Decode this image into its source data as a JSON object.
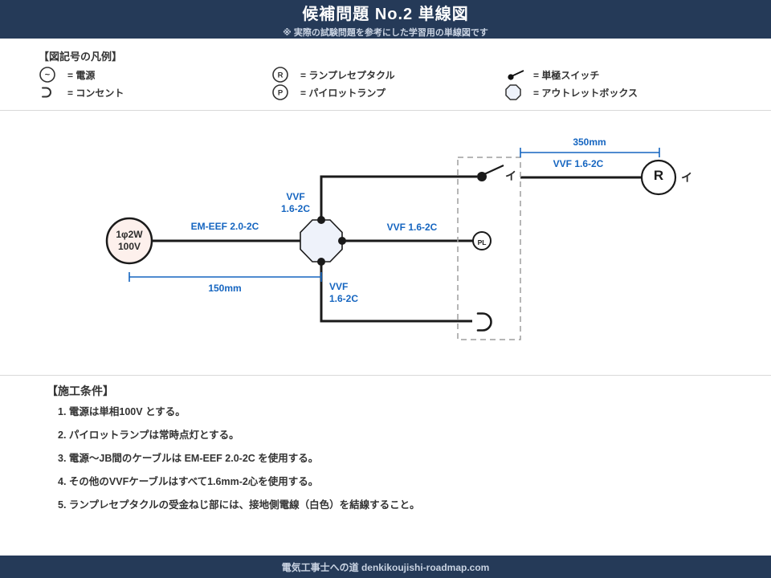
{
  "header": {
    "title": "候補問題 No.2 単線図",
    "subtitle": "※ 実際の試験問題を参考にした学習用の単線図です"
  },
  "legend": {
    "title": "【図記号の凡例】",
    "items": [
      {
        "icon": "power-source-icon",
        "symbol": "~",
        "label": "= 電源"
      },
      {
        "icon": "outlet-icon",
        "label": "= コンセント"
      },
      {
        "icon": "lamp-receptacle-icon",
        "symbol": "R",
        "label": "= ランプレセプタクル"
      },
      {
        "icon": "pilot-lamp-icon",
        "symbol": "P",
        "label": "= パイロットランプ"
      },
      {
        "icon": "single-pole-switch-icon",
        "label": "= 単極スイッチ"
      },
      {
        "icon": "outlet-box-icon",
        "label": "= アウトレットボックス"
      }
    ]
  },
  "diagram": {
    "source": {
      "line1": "1φ2W",
      "line2": "100V"
    },
    "labels": {
      "em_eef": "EM-EEF 2.0-2C",
      "vvf_top_1": "VVF",
      "vvf_top_2": "1.6-2C",
      "vvf_right": "VVF 1.6-2C",
      "vvf_bottom_1": "VVF",
      "vvf_bottom_2": "1.6-2C",
      "vvf_switch": "VVF 1.6-2C",
      "dim_150": "150mm",
      "dim_350": "350mm",
      "switch_circuit": "イ",
      "receptacle_letter": "R",
      "receptacle_circuit": "イ",
      "pilot_lamp_letter": "PL"
    },
    "colors": {
      "cable": "#1a1a1a",
      "label_blue": "#1565c0",
      "outlet_box_fill": "#eef2fa",
      "source_fill": "#fdf0ec",
      "dashed_box": "#9e9e9e",
      "header_navy": "#253a58"
    }
  },
  "conditions": {
    "title": "【施工条件】",
    "items": [
      "1. 電源は単相100V とする。",
      "2. パイロットランプは常時点灯とする。",
      "3. 電源～JB間のケーブルは EM-EEF 2.0-2C を使用する。",
      "4. その他のVVFケーブルはすべて1.6mm-2心を使用する。",
      "5. ランプレセプタクルの受金ねじ部には、接地側電線（白色）を結線すること。"
    ]
  },
  "footer": {
    "text": "電気工事士への道 denkikoujishi-roadmap.com"
  }
}
